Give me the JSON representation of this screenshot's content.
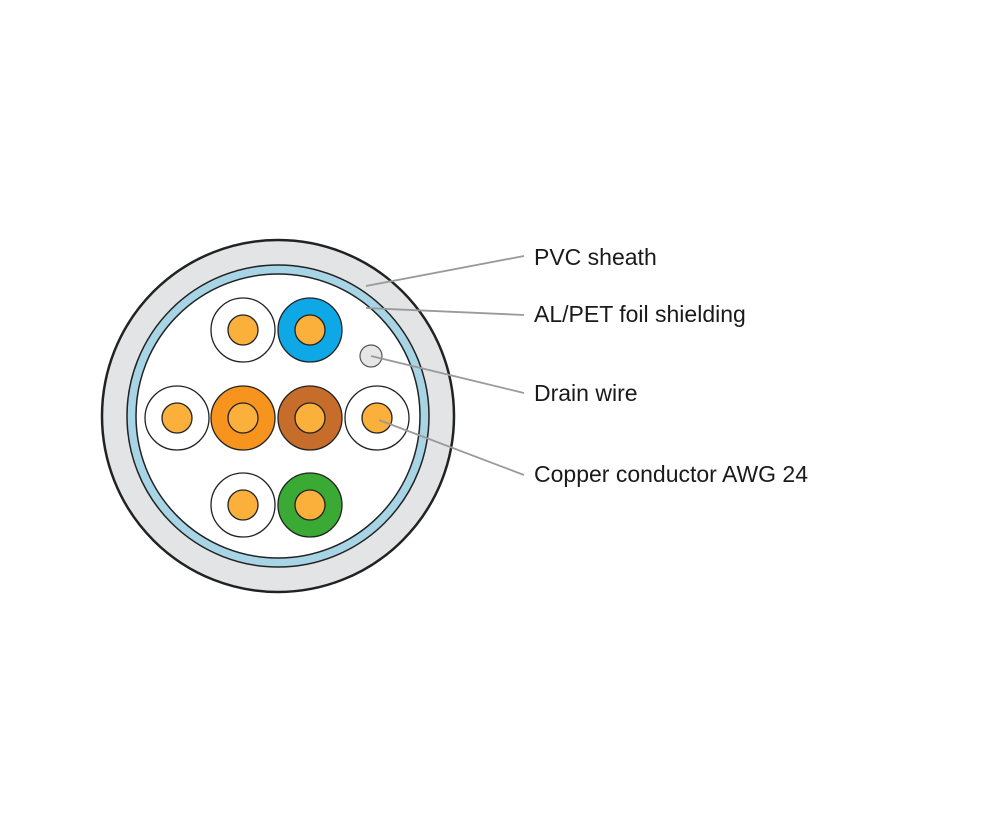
{
  "title": "Shielded twisted pair cable cross-section",
  "labels": {
    "pvc_sheath": "PVC sheath",
    "foil_shielding": "AL/PET foil shielding",
    "drain_wire": "Drain wire",
    "copper_conductor": "Copper conductor AWG 24"
  },
  "colors": {
    "sheath": "#e3e4e6",
    "foil": "#a8d5e6",
    "interior": "#ffffff",
    "outline": "#222222",
    "leader": "#9a9a9a",
    "copper": "#fbb03b",
    "drain": "#e6e6e6"
  },
  "wires": [
    {
      "pair": "blue",
      "role": "stripe",
      "insulation": "#ffffff"
    },
    {
      "pair": "blue",
      "role": "solid",
      "insulation": "#0ea8e6"
    },
    {
      "pair": "orange",
      "role": "stripe",
      "insulation": "#ffffff"
    },
    {
      "pair": "orange",
      "role": "solid",
      "insulation": "#f7941d"
    },
    {
      "pair": "brown",
      "role": "solid",
      "insulation": "#c66d2b"
    },
    {
      "pair": "brown",
      "role": "stripe",
      "insulation": "#ffffff"
    },
    {
      "pair": "green",
      "role": "stripe",
      "insulation": "#ffffff"
    },
    {
      "pair": "green",
      "role": "solid",
      "insulation": "#3aaa35"
    }
  ]
}
